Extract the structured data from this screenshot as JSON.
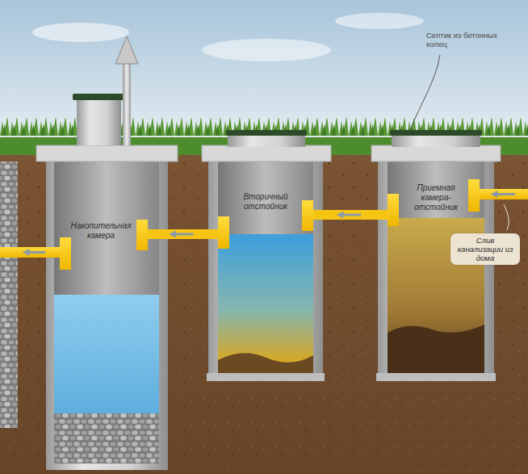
{
  "diagram": {
    "nodes": [
      {
        "text": [
          "Накопительная камера"
        ]
      },
      {
        "text": [
          "Вторичный отстойник"
        ]
      },
      {
        "text": [
          "Приемная камера-отстойник"
        ]
      }
    ],
    "edges": [
      {
        "from": 2,
        "to": 1,
        "arrow": "to"
      },
      {
        "from": 1,
        "to": 0,
        "arrow": "to"
      }
    ],
    "labels": [
      "Септик из бетонных колец",
      "Слив канализации из дома"
    ]
  }
}
